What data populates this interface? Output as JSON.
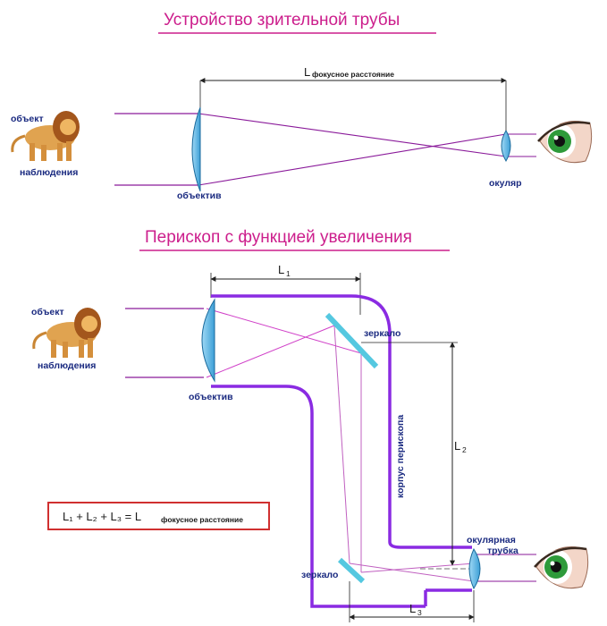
{
  "telescope": {
    "title": "Устройство зрительной трубы",
    "object_label_1": "объект",
    "object_label_2": "наблюдения",
    "objective_label": "объектив",
    "eyepiece_label": "окуляр",
    "focal_L": "L",
    "focal_sub": "фокусное расстояние"
  },
  "periscope": {
    "title": "Перископ с функцией увеличения",
    "object_label_1": "объект",
    "object_label_2": "наблюдения",
    "objective_label": "объектив",
    "mirror_top_label": "зеркало",
    "mirror_bottom_label": "зеркало",
    "body_label": "корпус перископа",
    "eyepiece_tube_label_1": "окулярная",
    "eyepiece_tube_label_2": "трубка",
    "L1": "L",
    "L1_sub": "1",
    "L2": "L",
    "L2_sub": "2",
    "L3": "L",
    "L3_sub": "3"
  },
  "formula": {
    "text": "L₁ + L₂ + L₃ = L",
    "sub": "фокусное расстояние"
  },
  "colors": {
    "title": "#cc1e8c",
    "labels": "#1a2a80",
    "ray": "#8a1a9a",
    "periscope_body": "#8a2be2",
    "lens": "#5bb8e8",
    "mirror": "#55c8e0",
    "formula_border": "#d03030"
  }
}
